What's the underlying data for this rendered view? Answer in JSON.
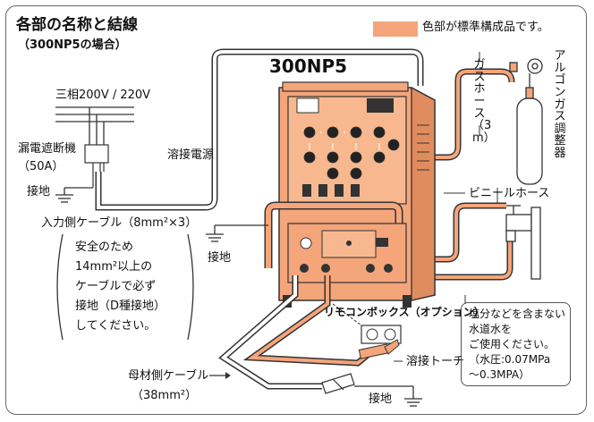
{
  "title": "各部の名称と結線",
  "subtitle": "（300NP5の場合）",
  "legend": {
    "text": "色部が標準構成品です。",
    "color": "#f4a57a"
  },
  "model": "300NP5",
  "labels": {
    "three_phase": "三相200V / 220V",
    "breaker": "漏電遮断機",
    "breaker_rating": "（50A）",
    "ground_left": "接地",
    "power_source": "溶接電源",
    "input_cable": "入力側ケーブル（8mm²×3）",
    "ground_input": "接地",
    "gas_hose": "ガスホース（3m）",
    "argon_regulator": "アルゴンガス調整器",
    "vinyl_hose": "ビニールホース",
    "remote_box": "リモコンボックス（オプション）",
    "torch": "溶接トーチ",
    "base_cable": "母材側ケーブル",
    "base_cable_size": "（38mm²）",
    "ground_bottom": "接地"
  },
  "grounding_note": [
    "安全のため",
    "14mm²以上の",
    "ケーブルで必ず",
    "接地（D種接地）",
    "してください。"
  ],
  "water_note": [
    "塩分などを含まない",
    "水道水を",
    "ご使用ください。",
    "（水圧:0.07MPa",
    "～0.3MPA）"
  ]
}
